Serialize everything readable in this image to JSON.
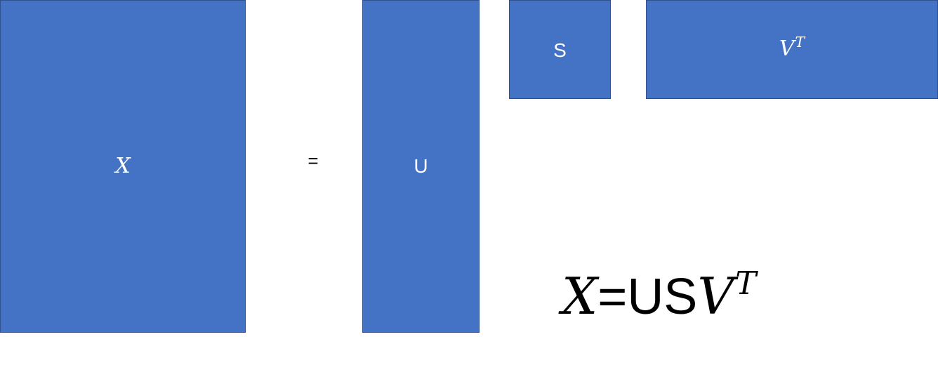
{
  "colors": {
    "matrix_fill": "#4472C4",
    "matrix_border": "#2F528F",
    "label_text": "#FFFFFF",
    "formula_text": "#000000"
  },
  "matrices": {
    "x": {
      "label": "X"
    },
    "u": {
      "label": "U"
    },
    "s": {
      "label": "S"
    },
    "vt": {
      "label": "V",
      "superscript": "T"
    }
  },
  "equals": "=",
  "formula": {
    "lhs": "X",
    "equals": "=",
    "us": "US",
    "v": "V",
    "superscript": "T"
  }
}
